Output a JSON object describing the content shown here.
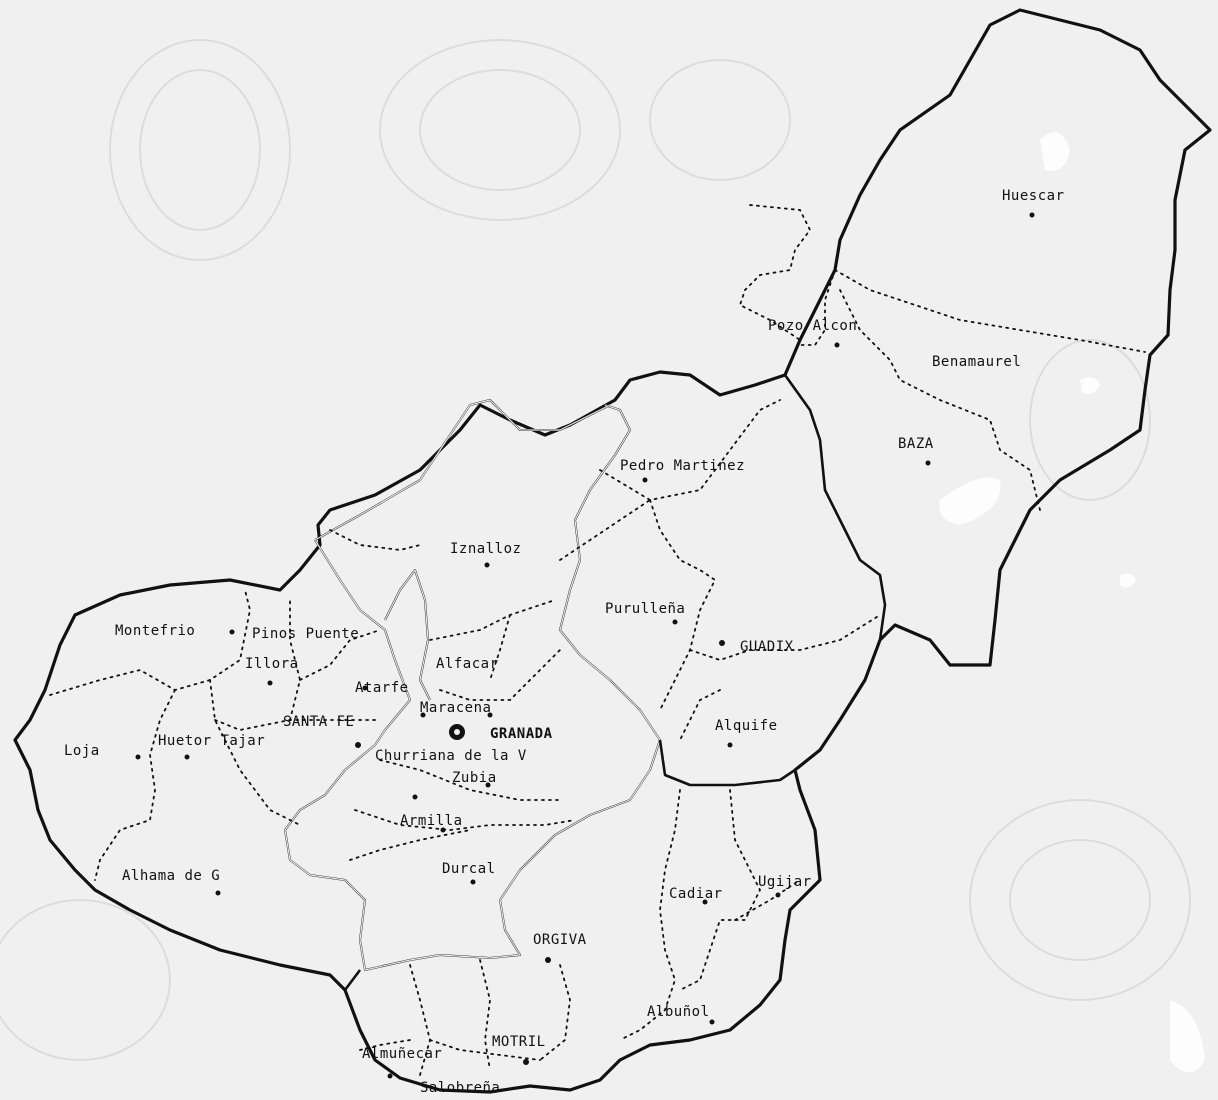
{
  "map": {
    "towns": [
      {
        "id": "huescar",
        "label": "Huescar"
      },
      {
        "id": "pozo-alcon",
        "label": "Pozo Alcon"
      },
      {
        "id": "benamaurel",
        "label": "Benamaurel"
      },
      {
        "id": "baza",
        "label": "BAZA"
      },
      {
        "id": "pedro-martinez",
        "label": "Pedro Martinez"
      },
      {
        "id": "iznalloz",
        "label": "Iznalloz"
      },
      {
        "id": "purullena",
        "label": "Purulleña"
      },
      {
        "id": "guadix",
        "label": "GUADIX"
      },
      {
        "id": "montefrio",
        "label": "Montefrio"
      },
      {
        "id": "pinos-puente",
        "label": "Pinos Puente"
      },
      {
        "id": "illora",
        "label": "Illora"
      },
      {
        "id": "alfacar",
        "label": "Alfacar"
      },
      {
        "id": "atarfe",
        "label": "Atarfe"
      },
      {
        "id": "maracena",
        "label": "Maracena"
      },
      {
        "id": "granada",
        "label": "GRANADA"
      },
      {
        "id": "santa-fe",
        "label": "SANTA FE"
      },
      {
        "id": "alquife",
        "label": "Alquife"
      },
      {
        "id": "loja",
        "label": "Loja"
      },
      {
        "id": "huetor-tajar",
        "label": "Huetor Tajar"
      },
      {
        "id": "churriana",
        "label": "Churriana de la V"
      },
      {
        "id": "zubia",
        "label": "Zubia"
      },
      {
        "id": "armilla",
        "label": "Armilla"
      },
      {
        "id": "durcal",
        "label": "Durcal"
      },
      {
        "id": "alhama",
        "label": "Alhama de G"
      },
      {
        "id": "cadiar",
        "label": "Cadiar"
      },
      {
        "id": "ugijar",
        "label": "Ugijar"
      },
      {
        "id": "orgiva",
        "label": "ORGIVA"
      },
      {
        "id": "albunol",
        "label": "Albuñol"
      },
      {
        "id": "motril",
        "label": "MOTRIL"
      },
      {
        "id": "almunecar",
        "label": "Almuñecar"
      },
      {
        "id": "salobrena",
        "label": "Salobreña"
      }
    ]
  }
}
